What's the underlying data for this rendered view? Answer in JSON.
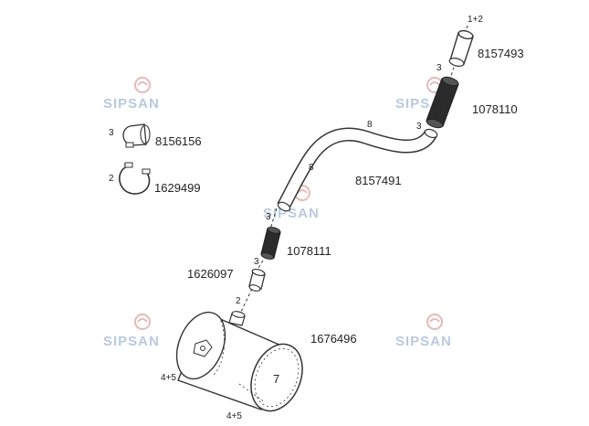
{
  "colors": {
    "line": "#333333",
    "hose_dark": "#2b2b2b",
    "watermark_blue": "#b9c9df",
    "watermark_red": "#e6b9b9"
  },
  "watermark": {
    "text": "SIPSAN"
  },
  "parts": {
    "p8157493": "8157493",
    "p1078110": "1078110",
    "p8156156": "8156156",
    "p1629499": "1629499",
    "p8157491": "8157491",
    "p1078111": "1078111",
    "p1626097": "1626097",
    "p1676496": "1676496"
  },
  "callouts": {
    "top": "1+2",
    "c3_upper": "3",
    "c3_right": "3",
    "c8_upper": "8",
    "c8_lower": "8",
    "c3_mid": "3",
    "c3_lower": "3",
    "c2_lower": "2",
    "c3_legend": "3",
    "c2_legend": "2",
    "muffler_num": "7",
    "muffler_left": "4+5",
    "muffler_bottom": "4+5"
  }
}
